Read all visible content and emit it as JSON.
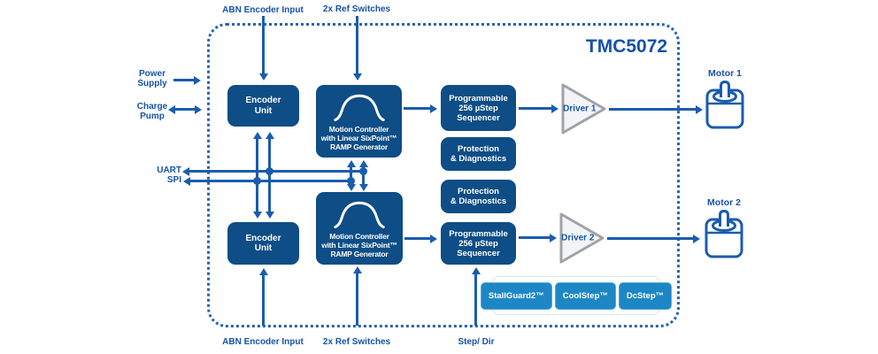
{
  "title": "TMC5072",
  "colors": {
    "block_fill": "#0e4d86",
    "line_blue": "#1a5cae",
    "label_text": "#1553a8",
    "badge_fill": "#1d87c5",
    "boundary_dotted": "#2a63b0",
    "driver_border": "#9fa3a9",
    "driver_fill": "#f3f4f6",
    "background": "#ffffff"
  },
  "ports": {
    "power_supply": "Power Supply",
    "charge_pump": "Charge Pump",
    "uart": "UART",
    "spi": "SPI",
    "abn_encoder_top": "ABN Encoder Input",
    "ref_switches_top": "2x Ref Switches",
    "abn_encoder_bottom": "ABN Encoder Input",
    "ref_switches_bottom": "2x Ref Switches",
    "step_dir": "Step/ Dir"
  },
  "blocks": {
    "encoder_unit_1": {
      "l1": "Encoder",
      "l2": "Unit"
    },
    "encoder_unit_2": {
      "l1": "Encoder",
      "l2": "Unit"
    },
    "motion_controller_1": {
      "l1": "Motion Controller",
      "l2": "with Linear SixPoint™",
      "l3": "RAMP Generator"
    },
    "motion_controller_2": {
      "l1": "Motion Controller",
      "l2": "with Linear SixPoint™",
      "l3": "RAMP Generator"
    },
    "sequencer_1": {
      "l1": "Programmable",
      "l2": "256 µStep",
      "l3": "Sequencer"
    },
    "sequencer_2": {
      "l1": "Programmable",
      "l2": "256 µStep",
      "l3": "Sequencer"
    },
    "protection_1": {
      "l1": "Protection",
      "l2": "& Diagnostics"
    },
    "protection_2": {
      "l1": "Protection",
      "l2": "& Diagnostics"
    }
  },
  "drivers": {
    "driver_1": "Driver 1",
    "driver_2": "Driver 2"
  },
  "motors": {
    "motor_1": "Motor 1",
    "motor_2": "Motor 2"
  },
  "features": [
    "StallGuard2™",
    "CoolStep™",
    "DcStep™"
  ]
}
